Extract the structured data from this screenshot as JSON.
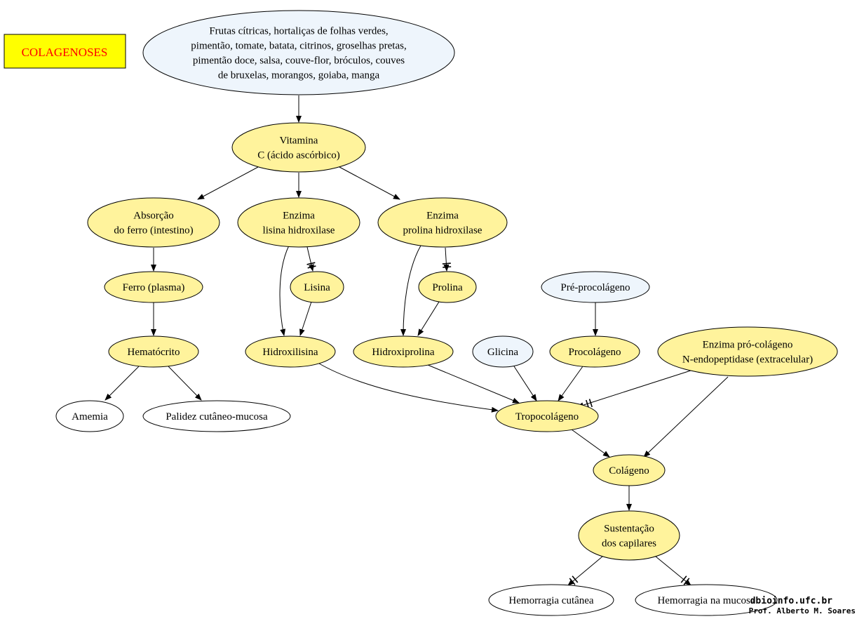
{
  "title": {
    "text": "COLAGENOSES",
    "text_color": "#ff0000",
    "fill": "#ffff00"
  },
  "colors": {
    "yellow": "#fff39c",
    "blue": "#eef5fc",
    "white": "#ffffff"
  },
  "nodes": {
    "frutas": {
      "lines": [
        "Frutas cítricas, hortaliças de folhas verdes,",
        "pimentão, tomate, batata, citrinos, groselhas pretas,",
        "pimentão doce, salsa, couve-flor, bróculos, couves",
        "de bruxelas, morangos, goiaba, manga"
      ]
    },
    "vitamina": {
      "lines": [
        "Vitamina",
        "C (ácido ascórbico)"
      ]
    },
    "absorcao": {
      "lines": [
        "Absorção",
        "do ferro (intestino)"
      ]
    },
    "lisina_hidroxilase": {
      "lines": [
        "Enzima",
        "lisina hidroxilase"
      ]
    },
    "prolina_hidroxilase": {
      "lines": [
        "Enzima",
        "prolina hidroxilase"
      ]
    },
    "ferro": {
      "lines": [
        "Ferro (plasma)"
      ]
    },
    "lisina": {
      "lines": [
        "Lisina"
      ]
    },
    "prolina": {
      "lines": [
        "Prolina"
      ]
    },
    "pre_procolageno": {
      "lines": [
        "Pré-procolágeno"
      ]
    },
    "hematocrito": {
      "lines": [
        "Hematócrito"
      ]
    },
    "hidroxilisina": {
      "lines": [
        "Hidroxilisina"
      ]
    },
    "hidroxiprolina": {
      "lines": [
        "Hidroxiprolina"
      ]
    },
    "glicina": {
      "lines": [
        "Glicina"
      ]
    },
    "procolageno": {
      "lines": [
        "Procolágeno"
      ]
    },
    "enzima_pro_colageno": {
      "lines": [
        "Enzima pró-colágeno",
        "N-endopeptidase (extracelular)"
      ]
    },
    "amemia": {
      "lines": [
        "Amemia"
      ]
    },
    "palidez": {
      "lines": [
        "Palidez cutâneo-mucosa"
      ]
    },
    "tropocolageno": {
      "lines": [
        "Tropocolágeno"
      ]
    },
    "colageno": {
      "lines": [
        "Colágeno"
      ]
    },
    "sustentacao": {
      "lines": [
        "Sustentação",
        "dos capilares"
      ]
    },
    "hemorragia_cutanea": {
      "lines": [
        "Hemorragia cutânea"
      ]
    },
    "hemorragia_mucosa": {
      "lines": [
        "Hemorragia na mucosa"
      ]
    }
  },
  "credits": {
    "site": "dbioinfo.ufc.br",
    "author": "Prof. Alberto M. Soares"
  }
}
